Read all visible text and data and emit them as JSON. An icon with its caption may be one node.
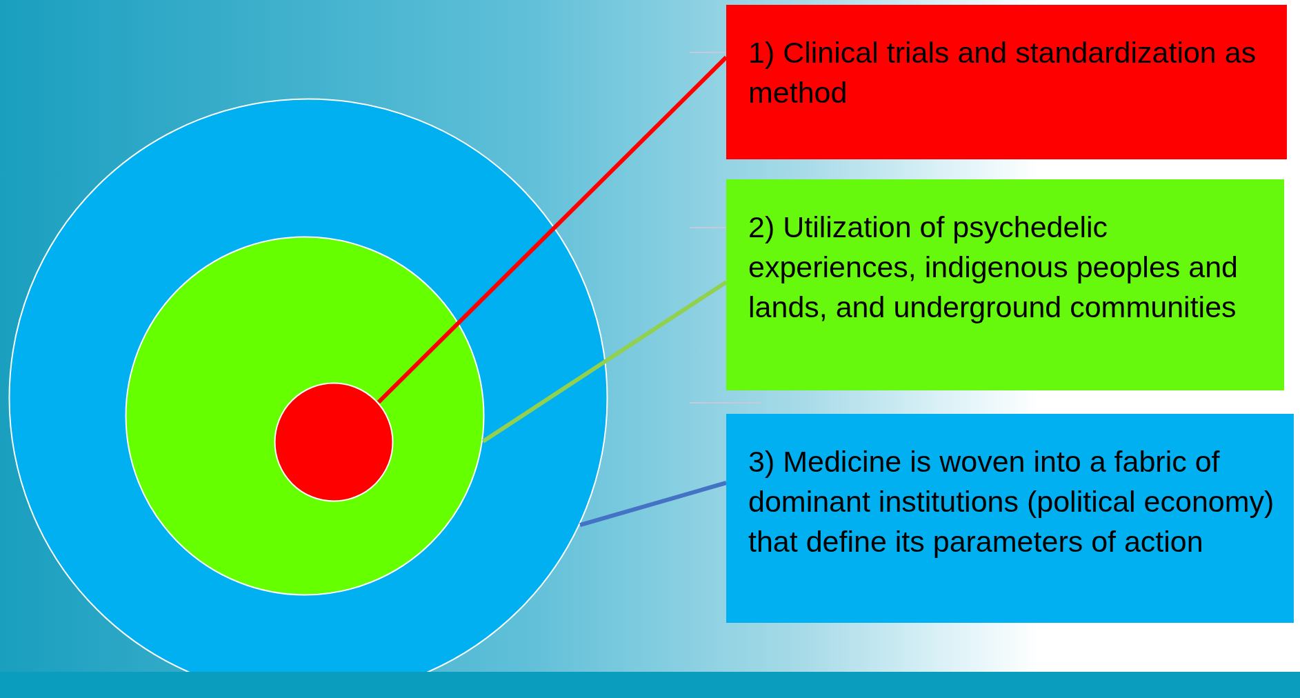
{
  "diagram": {
    "nodes": [
      {
        "text": [],
        "shape": "circle"
      },
      {
        "text": [],
        "shape": "circle",
        "in": 0
      },
      {
        "text": [],
        "shape": "circle",
        "in": 1
      },
      {
        "text": [
          "1) Clinical trials and standardization as method"
        ]
      },
      {
        "text": [
          "2) Utilization of psychedelic experiences, indigenous peoples and lands, and underground communities"
        ]
      },
      {
        "text": [
          "3) Medicine is woven into a fabric of dominant institutions (political economy) that define its parameters of action"
        ]
      }
    ],
    "edges": [
      {
        "from": 3,
        "to": 2,
        "arrow": "none",
        "color": "#ff0000"
      },
      {
        "from": 4,
        "to": 1,
        "arrow": "none",
        "color": "#92d050"
      },
      {
        "from": 5,
        "to": 0,
        "arrow": "none",
        "color": "#4472c4"
      }
    ]
  }
}
